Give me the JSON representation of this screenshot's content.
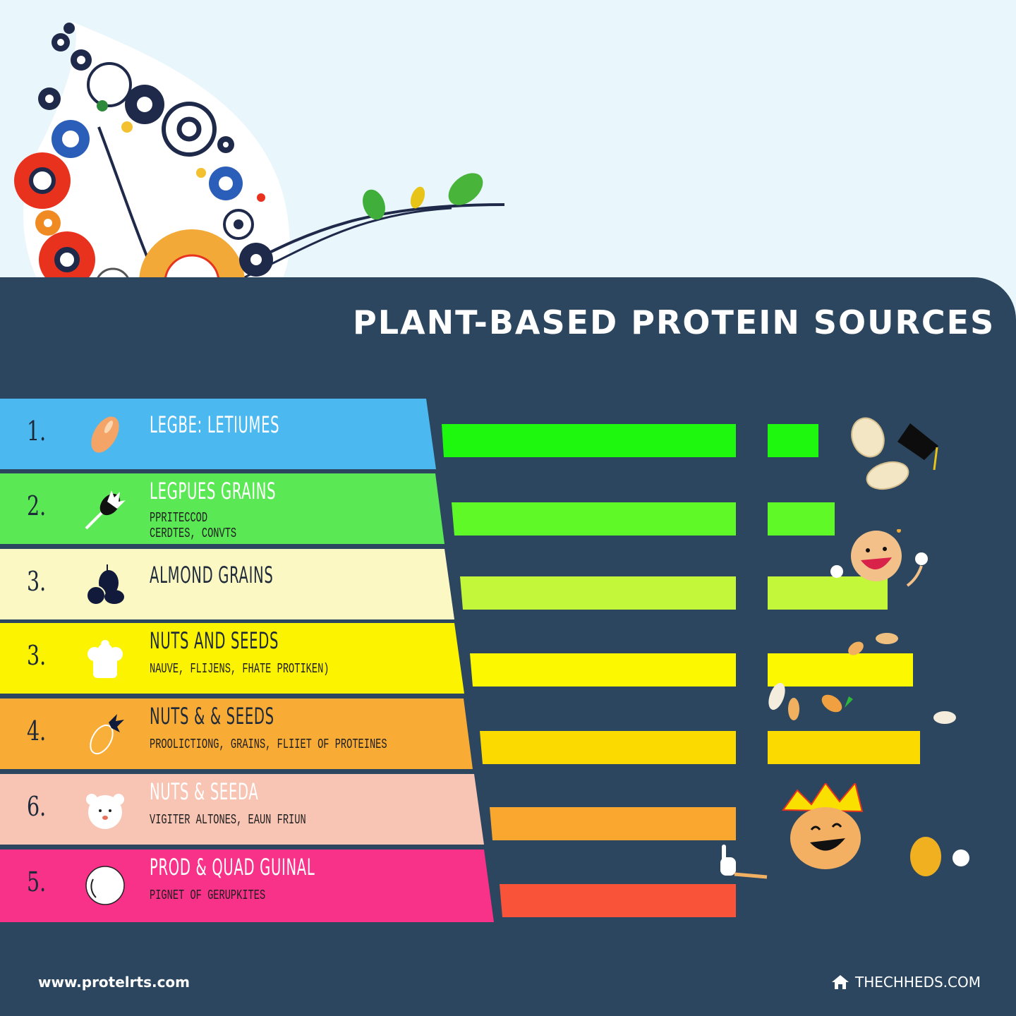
{
  "header": {
    "title": "PLANT-BASED PROTEIN SOURCES"
  },
  "rows": [
    {
      "number": "1.",
      "label": "LEGBE: LETIUMES",
      "sub1": "",
      "sub2": "",
      "icon": "bean-icon",
      "row_color": "#4cb8f0",
      "label_color": "#ffffff"
    },
    {
      "number": "2.",
      "label": "LEGPUES GRAINS",
      "sub1": "PPRITECCOD",
      "sub2": "CERDTES, CONVTS",
      "icon": "flower-sprout-icon",
      "row_color": "#5be855",
      "label_color": "#ffffff"
    },
    {
      "number": "3.",
      "label": "ALMOND GRAINS",
      "sub1": "",
      "sub2": "",
      "icon": "blueberries-icon",
      "row_color": "#fbf8c4",
      "label_color": "#1e2a3a"
    },
    {
      "number": "3.",
      "label": "NUTS AND SEEDS",
      "sub1": "NAUVE, FLIJENS, FHATE PROTIKEN)",
      "sub2": "",
      "icon": "cauliflower-icon",
      "row_color": "#fbf300",
      "label_color": "#1e2a3a"
    },
    {
      "number": "4.",
      "label": "NUTS & & SEEDS",
      "sub1": "PROOLICTIONG, GRAINS, FLIIET OF PROTEINES",
      "sub2": "",
      "icon": "seed-pod-icon",
      "row_color": "#f8ab35",
      "label_color": "#1e2a3a"
    },
    {
      "number": "6.",
      "label": "NUTS & SEEDA",
      "sub1": "VIGITER ALTONES, EAUN FRIUN",
      "sub2": "",
      "icon": "bear-face-icon",
      "row_color": "#f8c4b4",
      "label_color": "#ffffff"
    },
    {
      "number": "5.",
      "label": "PROD & QUAD GUINAL",
      "sub1": "PIGNET OF GERUPKITES",
      "sub2": "",
      "icon": "white-sphere-icon",
      "row_color": "#f83189",
      "label_color": "#ffffff"
    }
  ],
  "chart_data": {
    "type": "bar",
    "title": "PLANT-BASED PROTEIN SOURCES",
    "orientation": "horizontal",
    "categories": [
      "LEGBE: LETIUMES",
      "LEGPUES GRAINS",
      "ALMOND GRAINS",
      "NUTS AND SEEDS",
      "NUTS & & SEEDS",
      "NUTS & SEEDA",
      "PROD & QUAD GUINAL"
    ],
    "series": [
      {
        "name": "primary",
        "values": [
          417,
          402,
          390,
          376,
          362,
          347,
          333
        ],
        "colors": [
          "#1ef80f",
          "#5ff928",
          "#c3f73a",
          "#fbf800",
          "#fbda00",
          "#f9a72e",
          "#f9533a"
        ]
      },
      {
        "name": "secondary",
        "values": [
          72,
          95,
          170,
          206,
          216,
          0,
          0
        ],
        "colors": [
          "#1ef80f",
          "#5ff928",
          "#c3f73a",
          "#fbf800",
          "#fbda00"
        ]
      }
    ],
    "xlabel": "",
    "ylabel": "",
    "grid": false,
    "legend": "none",
    "annotations": [
      "cartoon nut with graduation cap",
      "smiling nut mascot",
      "falling seeds",
      "smiling nut with crown"
    ]
  },
  "footer": {
    "left_url": "www.protelrts.com",
    "right_brand": "THECHHEDS.COM",
    "right_icon": "house-icon"
  },
  "colors": {
    "background": "#e9f6fb",
    "panel": "#2b465e",
    "title": "#ffffff"
  }
}
